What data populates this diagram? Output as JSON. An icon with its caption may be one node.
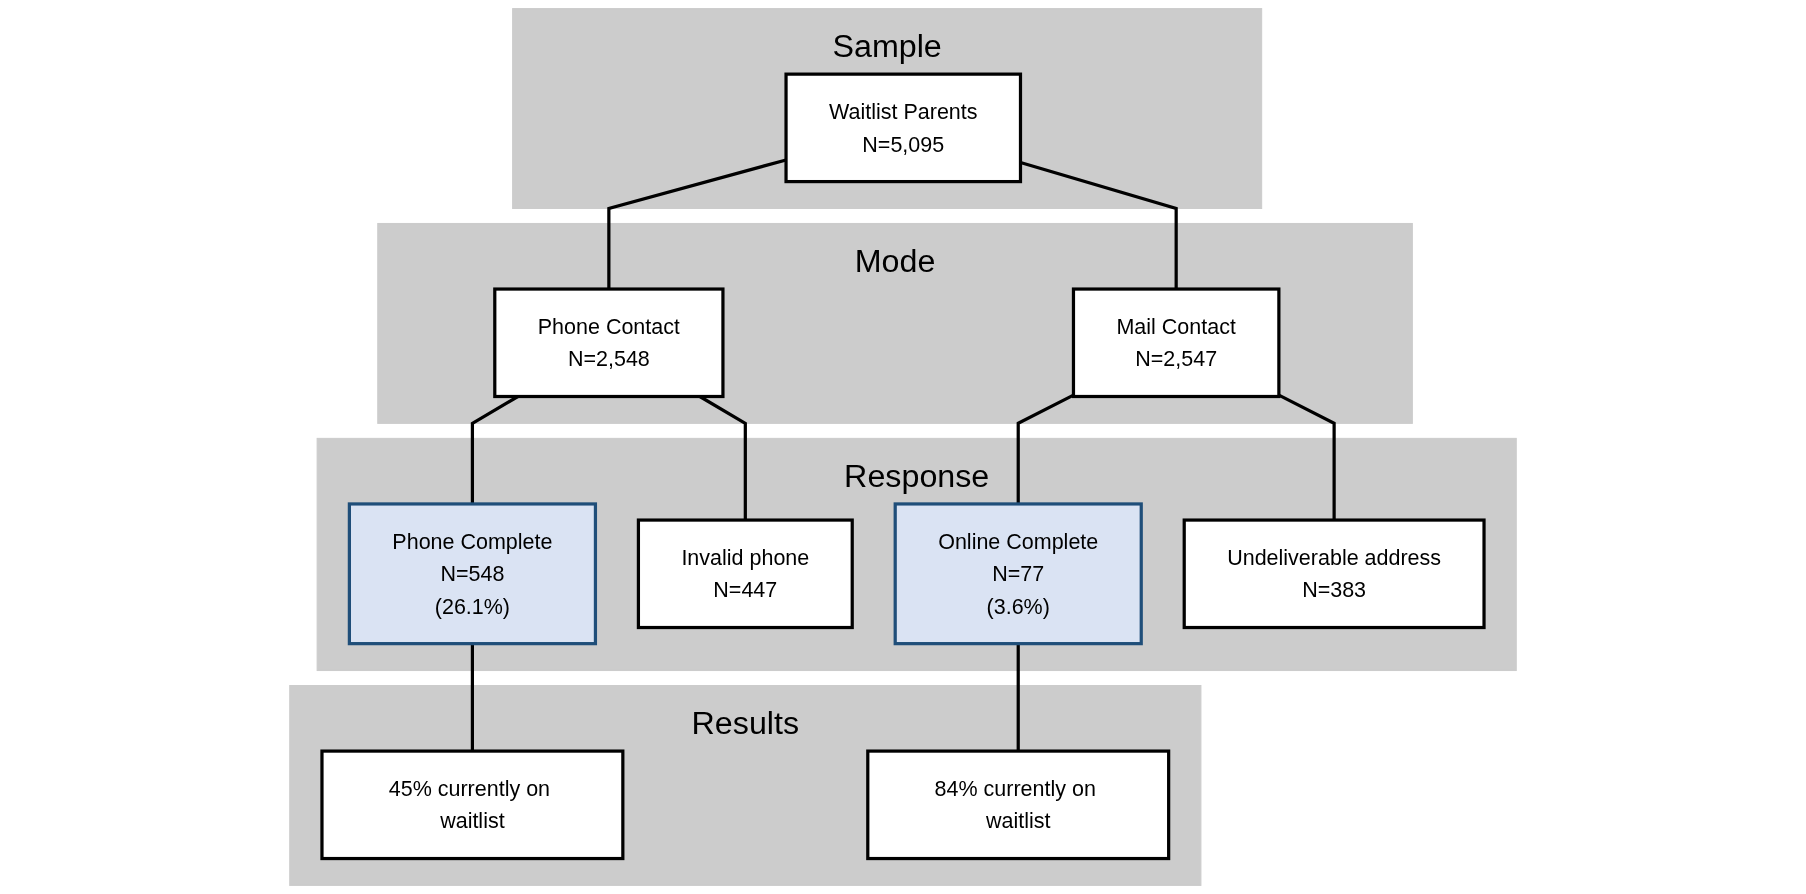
{
  "diagram": {
    "nodes": [
      {
        "text": [
          "Sample"
        ]
      },
      {
        "text": [
          "Waitlist Parents",
          "N=5,095"
        ],
        "in": 0
      },
      {
        "text": [
          "Mode"
        ]
      },
      {
        "text": [
          "Phone Contact",
          "N=2,548"
        ],
        "in": 2
      },
      {
        "text": [
          "Mail Contact",
          "N=2,547"
        ],
        "in": 2
      },
      {
        "text": [
          "Response"
        ]
      },
      {
        "text": [
          "Phone Complete",
          "N=548",
          "(26.1%)"
        ],
        "in": 5
      },
      {
        "text": [
          "Invalid phone",
          "N=447"
        ],
        "in": 5
      },
      {
        "text": [
          "Online Complete",
          "N=77",
          "(3.6%)"
        ],
        "in": 5
      },
      {
        "text": [
          "Undeliverable address",
          "N=383"
        ],
        "in": 5
      },
      {
        "text": [
          "Results"
        ]
      },
      {
        "text": [
          "45% currently on waitlist"
        ],
        "in": 10
      },
      {
        "text": [
          "84% currently on waitlist"
        ],
        "in": 10
      }
    ],
    "edges": [
      {
        "from": 1,
        "to": 3,
        "arrow": "none"
      },
      {
        "from": 1,
        "to": 4,
        "arrow": "none"
      },
      {
        "from": 3,
        "to": 6,
        "arrow": "none"
      },
      {
        "from": 3,
        "to": 7,
        "arrow": "none"
      },
      {
        "from": 4,
        "to": 8,
        "arrow": "none"
      },
      {
        "from": 4,
        "to": 9,
        "arrow": "none"
      },
      {
        "from": 6,
        "to": 11,
        "arrow": "none"
      },
      {
        "from": 8,
        "to": 12,
        "arrow": "none"
      }
    ]
  }
}
